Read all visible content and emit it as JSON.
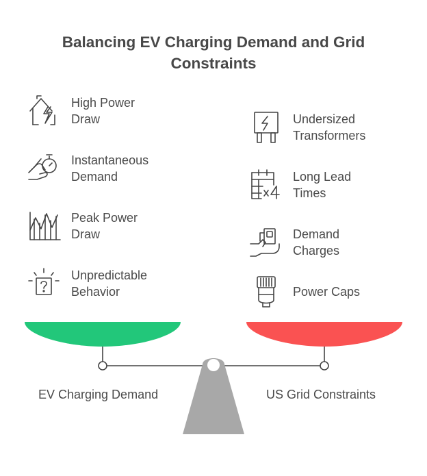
{
  "title": {
    "line1": "Balancing EV Charging Demand and Grid",
    "line2": "Constraints"
  },
  "left": {
    "caption": "EV Charging Demand",
    "color": "#22c77a",
    "items": [
      {
        "line1": "High Power",
        "line2": "Draw",
        "icon": "house-lightning-icon"
      },
      {
        "line1": "Instantaneous",
        "line2": "Demand",
        "icon": "hand-stopwatch-icon"
      },
      {
        "line1": "Peak Power",
        "line2": "Draw",
        "icon": "peak-chart-icon"
      },
      {
        "line1": "Unpredictable",
        "line2": "Behavior",
        "icon": "question-box-icon"
      }
    ]
  },
  "right": {
    "caption": "US Grid Constraints",
    "color": "#fa5252",
    "items": [
      {
        "line1": "Undersized",
        "line2": "Transformers",
        "icon": "transformer-icon"
      },
      {
        "line1": "Long Lead",
        "line2": "Times",
        "icon": "calendar-x4-icon"
      },
      {
        "line1": "Demand",
        "line2": "Charges",
        "icon": "hand-money-icon"
      },
      {
        "line1": "Power Caps",
        "line2": "",
        "icon": "capped-cylinder-icon"
      }
    ]
  },
  "fulcrum_color": "#a8a8a8"
}
